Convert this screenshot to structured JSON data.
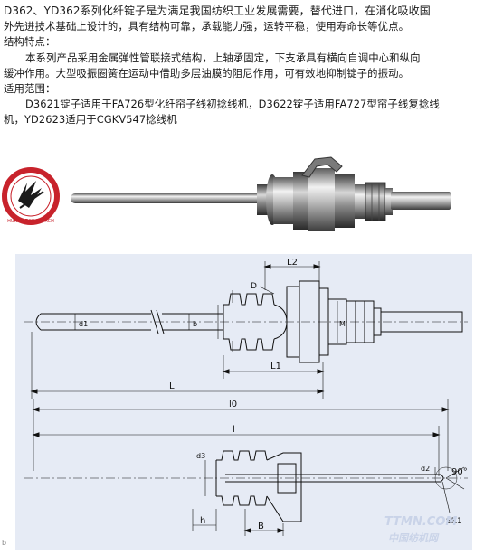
{
  "intro": {
    "line1": "D362、YD362系列化纤锭子是为满足我国纺织工业发展需要，替代进口，在消化吸收国",
    "line2": "外先进技术基础上设计的，具有结构可靠，承载能力强，运转平稳，使用寿命长等优点。",
    "features_title": "结构特点：",
    "features_line1": "本系列产品采用金属弹性管联接式结构，上轴承固定，下支承具有横向自调中心和纵向",
    "features_line2": "缓冲作用。大型吸振圈簧在运动中借助多层油膜的阻尼作用，可有效地抑制锭子的振动。",
    "scope_title": "适用范围：",
    "scope_line1": "D3621锭子适用于FA726型化纤帘子线初捻线机，D3622锭子适用FA727型帘子线复捻线",
    "scope_line2": "机，YD2623适用于CGKV547捻线机"
  },
  "logo": {
    "ring_text": "HUNAN TOP SEARCH"
  },
  "drawing": {
    "top_view": {
      "L2": "L2",
      "D": "D",
      "d1": "d1",
      "b": "b",
      "M": "M",
      "L1": "L1",
      "L": "L"
    },
    "bottom_view": {
      "l0": "l0",
      "l": "l",
      "d3": "d3",
      "d2": "d2",
      "angle": "90°",
      "h": "h",
      "B": "B",
      "SR1": "SR1"
    }
  },
  "watermark": {
    "line1": "TTMN.COM",
    "line2": "中国纺机网"
  },
  "stray_mark": "b"
}
